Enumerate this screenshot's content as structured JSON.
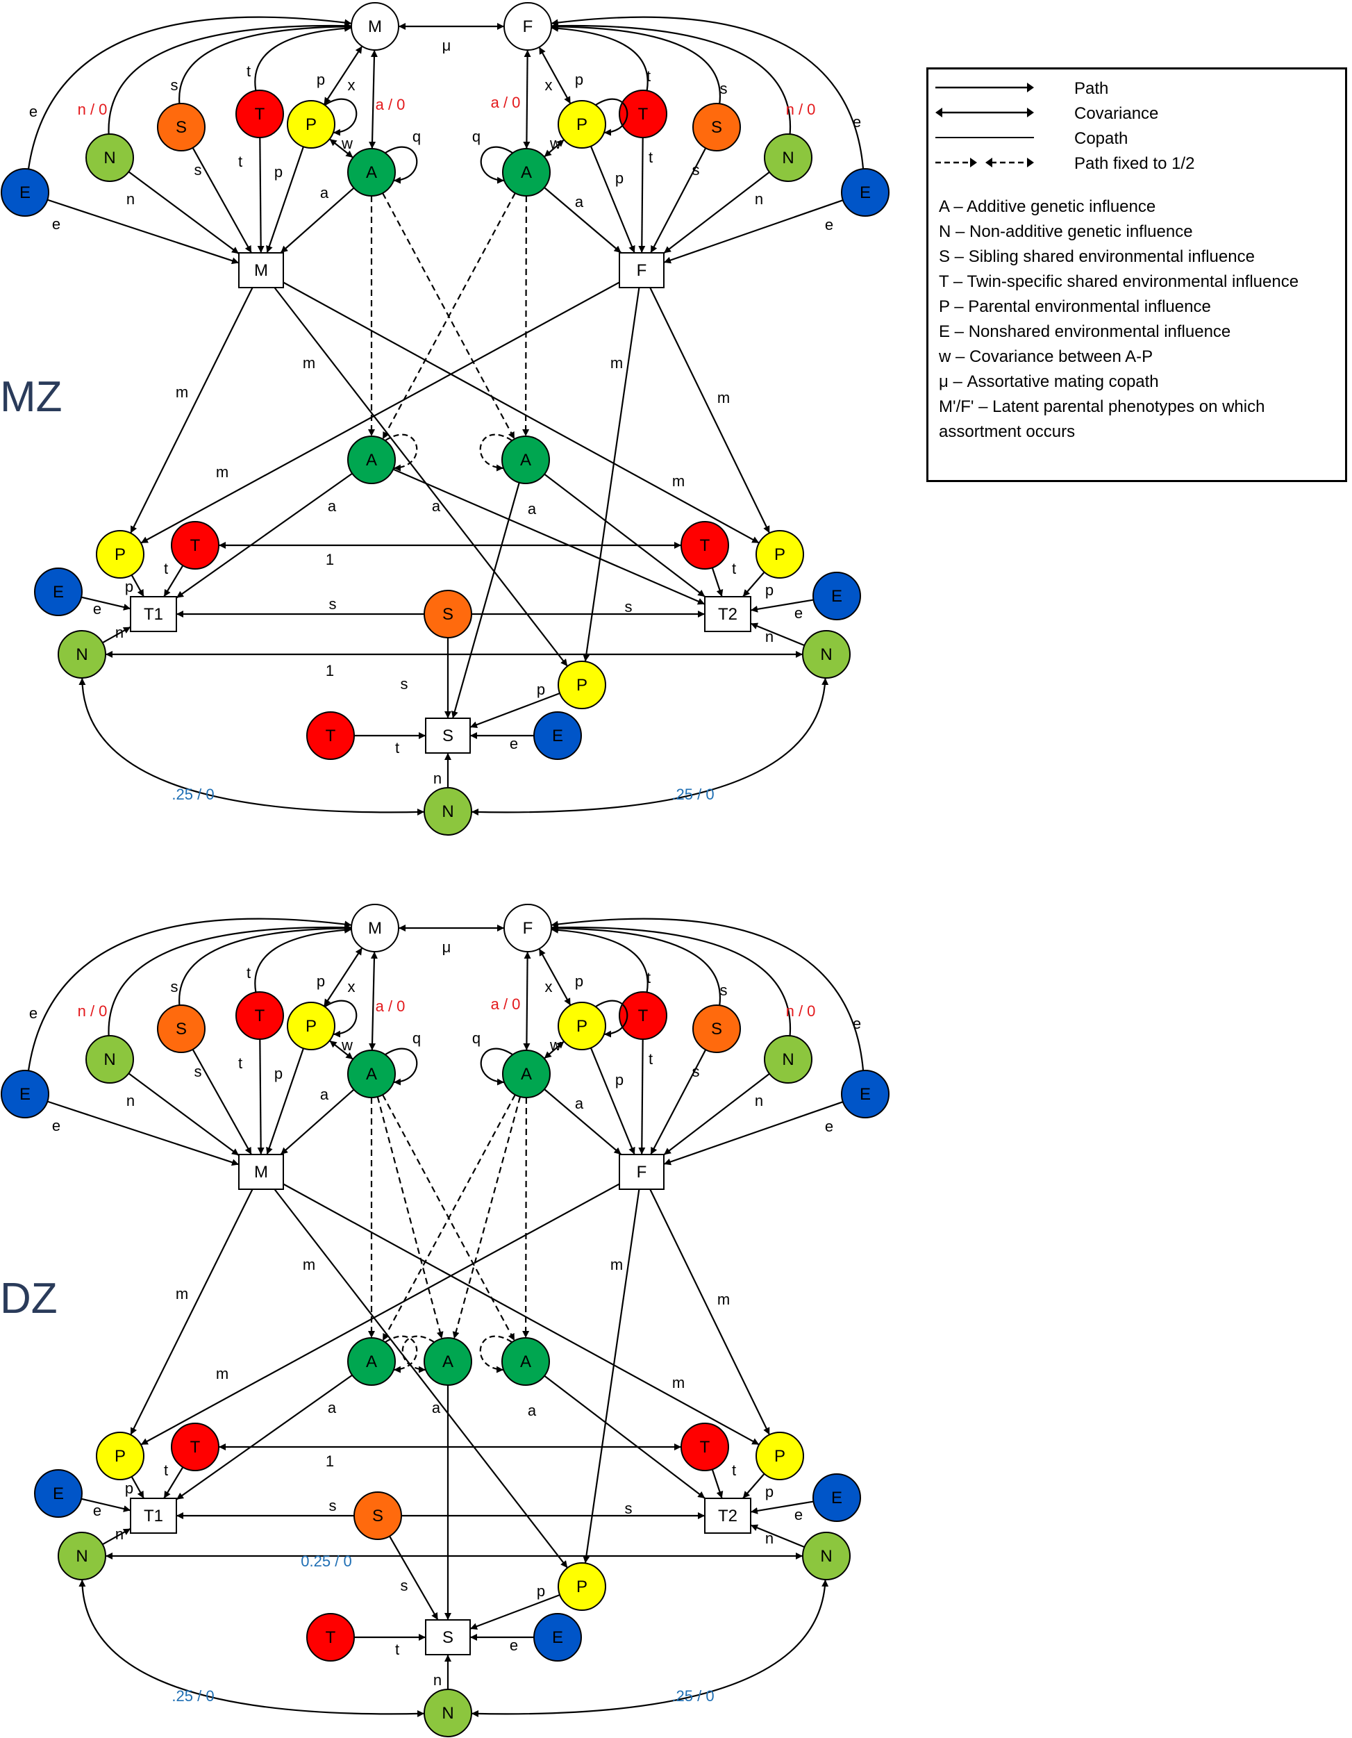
{
  "panels": [
    {
      "key": "mz",
      "title": "MZ"
    },
    {
      "key": "dz",
      "title": "DZ"
    }
  ],
  "labels": {
    "mu": "μ",
    "m": "m",
    "a": "a",
    "s": "s",
    "t": "t",
    "p": "p",
    "n": "n",
    "e": "e",
    "q": "q",
    "w": "w",
    "x": "x",
    "n_or_0": "n / 0",
    "a_or_0": "a / 0",
    "one": "1",
    "quarter": ".25 / 0",
    "zero_quarter": "0.25 / 0"
  },
  "nodes": {
    "M_latent": "M'",
    "F_latent": "F'",
    "M": "M",
    "F": "F",
    "T1": "T1",
    "T2": "T2",
    "S": "S",
    "A": "A",
    "N": "N",
    "E": "E",
    "P": "P",
    "T": "T",
    "S_env": "S"
  },
  "legend": {
    "rows": [
      {
        "kind": "path",
        "label": "Path"
      },
      {
        "kind": "covariance",
        "label": "Covariance"
      },
      {
        "kind": "copath",
        "label": "Copath"
      },
      {
        "kind": "fixed",
        "label": "Path fixed to 1/2"
      }
    ],
    "definitions": [
      "A – Additive genetic influence",
      "N – Non-additive genetic influence",
      "S – Sibling shared environmental influence",
      "T – Twin-specific shared environmental influence",
      "P – Parental environmental influence",
      "E – Nonshared environmental influence",
      "w – Covariance between A-P",
      "μ – Assortative mating copath",
      "M'/F' – Latent parental phenotypes on which assortment occurs"
    ]
  },
  "colors": {
    "A": "#00a650",
    "N": "#8cc63e",
    "E": "#0055c8",
    "P": "#ffff00",
    "T": "#ff0000",
    "S": "#ff6a0d",
    "latent": "#ffffff",
    "label_red": "#e3191c",
    "label_blue": "#1f6fb4",
    "title": "#2a3b5a"
  }
}
